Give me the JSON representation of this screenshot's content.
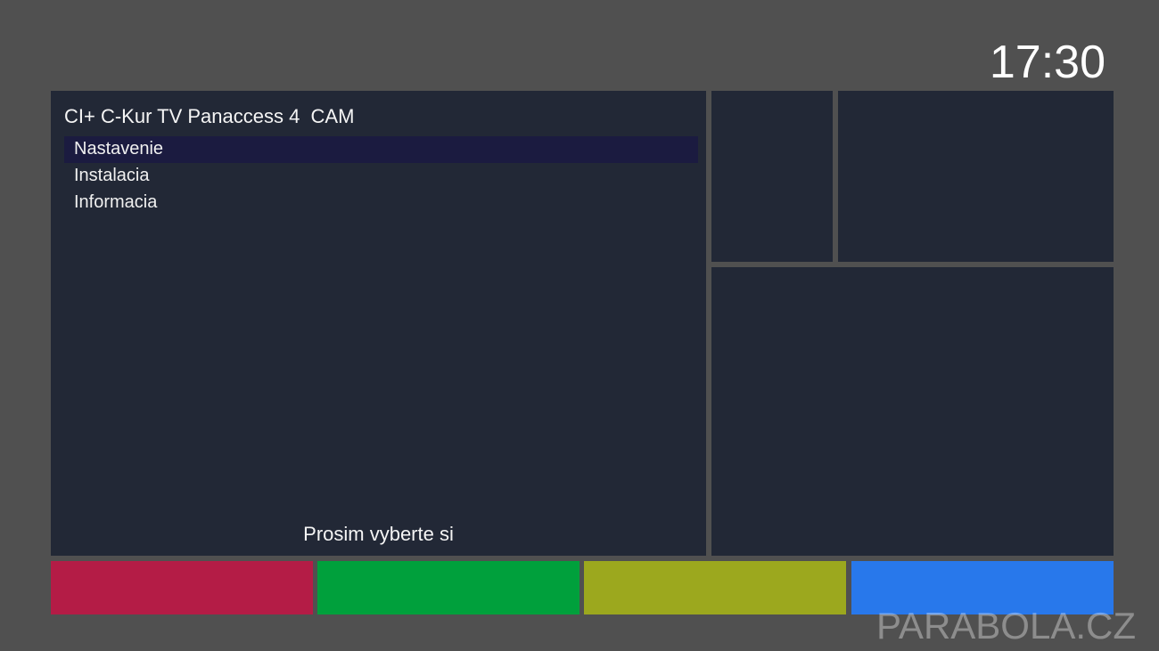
{
  "clock": "17:30",
  "menu": {
    "title": "CI+ C-Kur TV Panaccess 4  CAM",
    "items": [
      {
        "label": "Nastavenie",
        "selected": true
      },
      {
        "label": "Instalacia",
        "selected": false
      },
      {
        "label": "Informacia",
        "selected": false
      }
    ],
    "prompt": "Prosim vyberte si"
  },
  "color_buttons": {
    "red": "#b41c46",
    "green": "#00a03c",
    "yellow": "#9ca81e",
    "blue": "#2878eb"
  },
  "watermark": "PARABOLA.CZ"
}
